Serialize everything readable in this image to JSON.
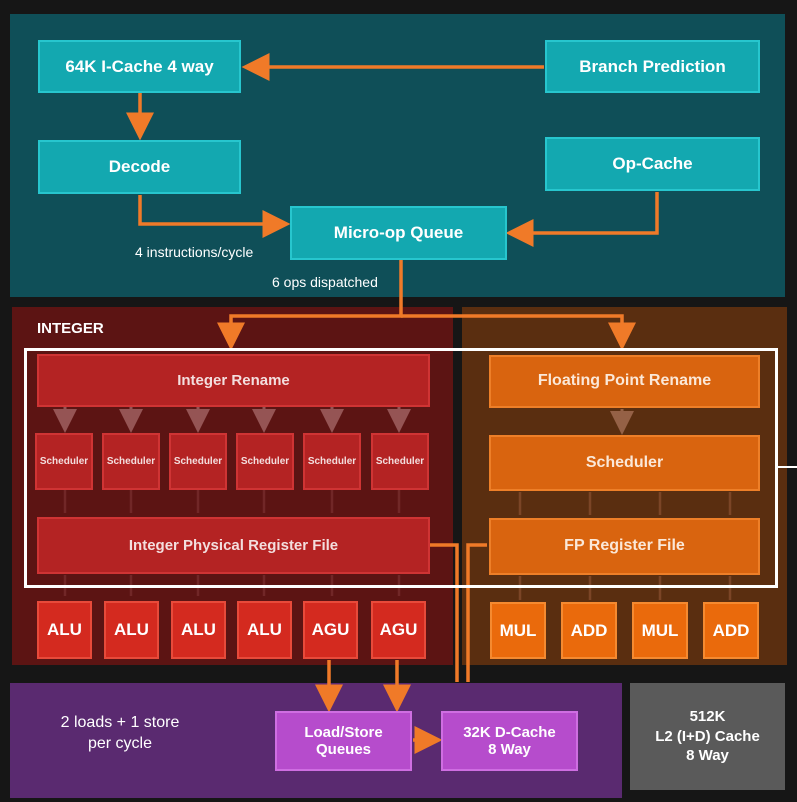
{
  "frontend": {
    "icache": "64K I-Cache 4 way",
    "branch_prediction": "Branch Prediction",
    "decode": "Decode",
    "op_cache": "Op-Cache",
    "micro_op_queue": "Micro-op Queue",
    "instr_per_cycle": "4 instructions/cycle",
    "ops_dispatched": "6 ops dispatched"
  },
  "integer": {
    "title": "INTEGER",
    "rename": "Integer Rename",
    "schedulers": [
      "Scheduler",
      "Scheduler",
      "Scheduler",
      "Scheduler",
      "Scheduler",
      "Scheduler"
    ],
    "register_file": "Integer Physical Register File",
    "units": [
      "ALU",
      "ALU",
      "ALU",
      "ALU",
      "AGU",
      "AGU"
    ]
  },
  "fp": {
    "rename": "Floating Point Rename",
    "scheduler": "Scheduler",
    "register_file": "FP Register File",
    "units": [
      "MUL",
      "ADD",
      "MUL",
      "ADD"
    ]
  },
  "memory": {
    "loads_stores": "2 loads + 1 store",
    "per_cycle": "per cycle",
    "lsq_line1": "Load/Store",
    "lsq_line2": "Queues",
    "dcache_line1": "32K D-Cache",
    "dcache_line2": "8 Way",
    "l2_line1": "512K",
    "l2_line2": "L2 (I+D) Cache",
    "l2_line3": "8 Way"
  },
  "colors": {
    "frontend_bg": "#0f4f58",
    "integer_bg": "#5c1413",
    "fp_bg": "#5a2e10",
    "memory_bg": "#5a2a70",
    "l2_bg": "#5a5a5a",
    "arrow": "#f07a28",
    "highlight": "#ffffff"
  }
}
